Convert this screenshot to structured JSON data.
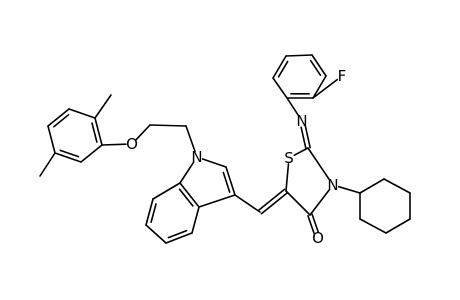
{
  "molecule": {
    "atoms": [
      {
        "key": "F",
        "label": "F"
      },
      {
        "key": "N_imine",
        "label": "N"
      },
      {
        "key": "S",
        "label": "S"
      },
      {
        "key": "N_ring",
        "label": "N"
      },
      {
        "key": "O_carbonyl",
        "label": "O"
      },
      {
        "key": "N_indole",
        "label": "N"
      },
      {
        "key": "O_ether",
        "label": "O"
      }
    ]
  }
}
